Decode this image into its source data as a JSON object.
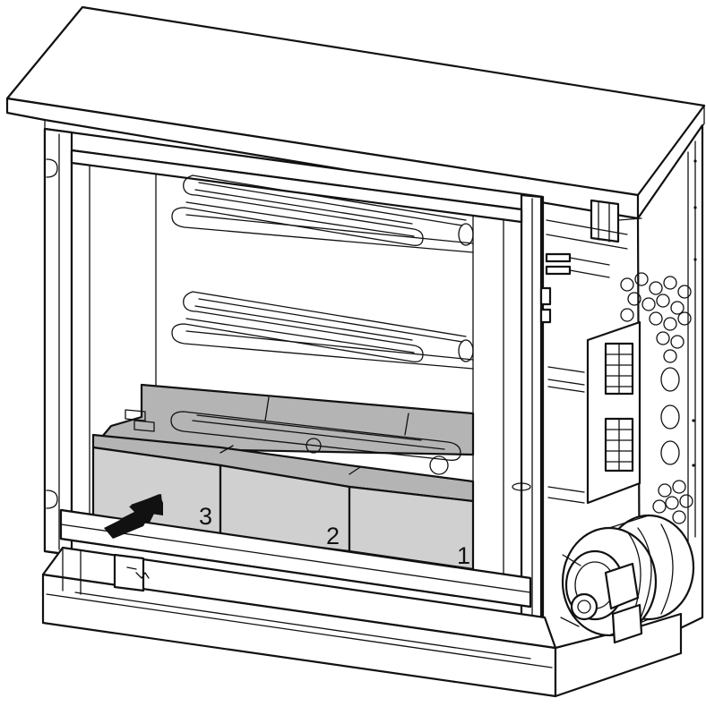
{
  "colors": {
    "line": "#111111",
    "block_front": "#d0d0d0",
    "block_top": "#b4b4b4",
    "background": "#ffffff"
  },
  "brick_labels": [
    "3",
    "2",
    "1"
  ],
  "arrow": {
    "icon": "insertion-arrow-icon",
    "direction": "right"
  }
}
